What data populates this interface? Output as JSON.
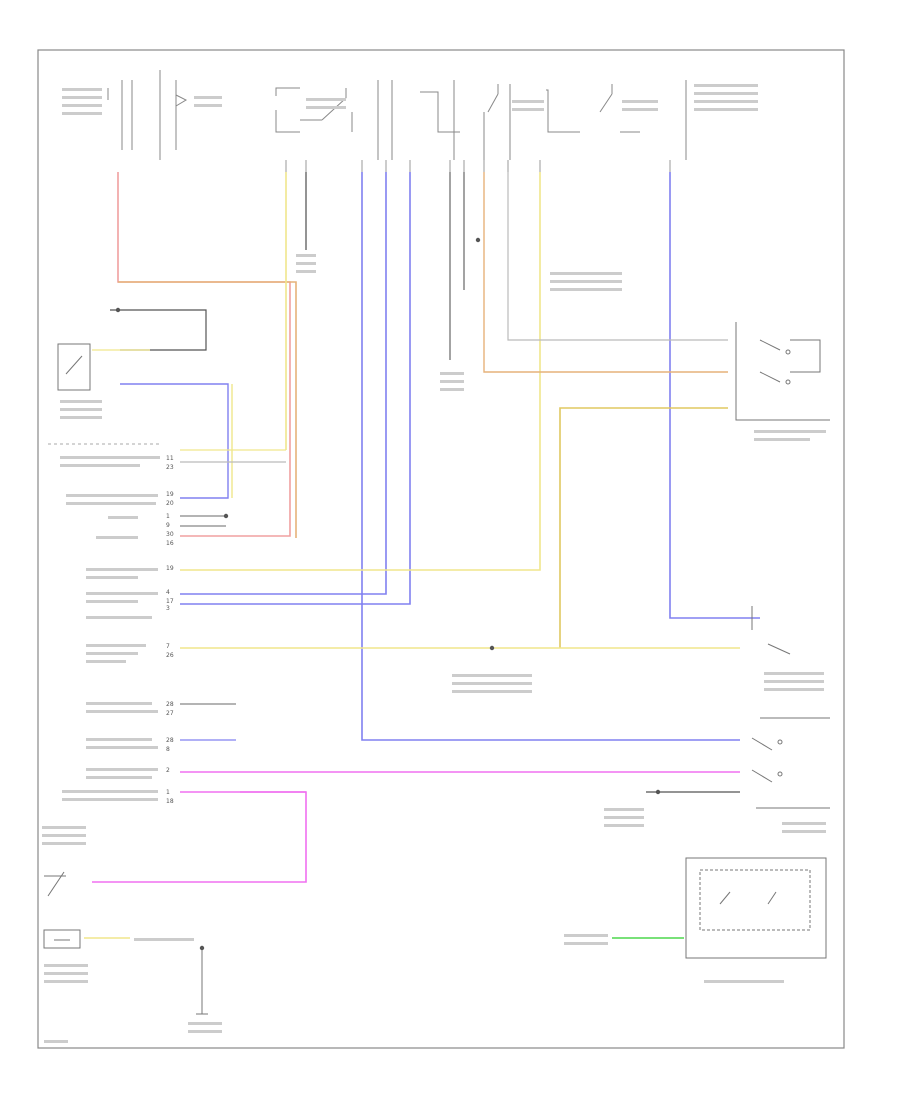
{
  "colors": {
    "frame": "#888888",
    "line": "#777777",
    "wire_red": "#f0a0a0",
    "wire_orange": "#e6b27a",
    "wire_yellow": "#f0e68c",
    "wire_yellow_dark": "#e0c860",
    "wire_blue": "#8080f0",
    "wire_pink": "#f070f0",
    "wire_green": "#66dd66",
    "wire_gray": "#bbbbbb"
  },
  "module_pins": [
    {
      "pins": [
        "11",
        "23"
      ]
    },
    {
      "pins": [
        "19",
        "20"
      ]
    },
    {
      "pins": [
        "1",
        "9"
      ]
    },
    {
      "pins": [
        "30",
        "16"
      ]
    },
    {
      "pins": [
        "19"
      ]
    },
    {
      "pins": [
        "4",
        "17"
      ]
    },
    {
      "pins": [
        "3"
      ]
    },
    {
      "pins": [
        "7",
        "26"
      ]
    },
    {
      "pins": [
        "28",
        "27"
      ]
    },
    {
      "pins": [
        "28",
        "8"
      ]
    },
    {
      "pins": [
        "2"
      ]
    },
    {
      "pins": [
        "1",
        "18"
      ]
    }
  ]
}
